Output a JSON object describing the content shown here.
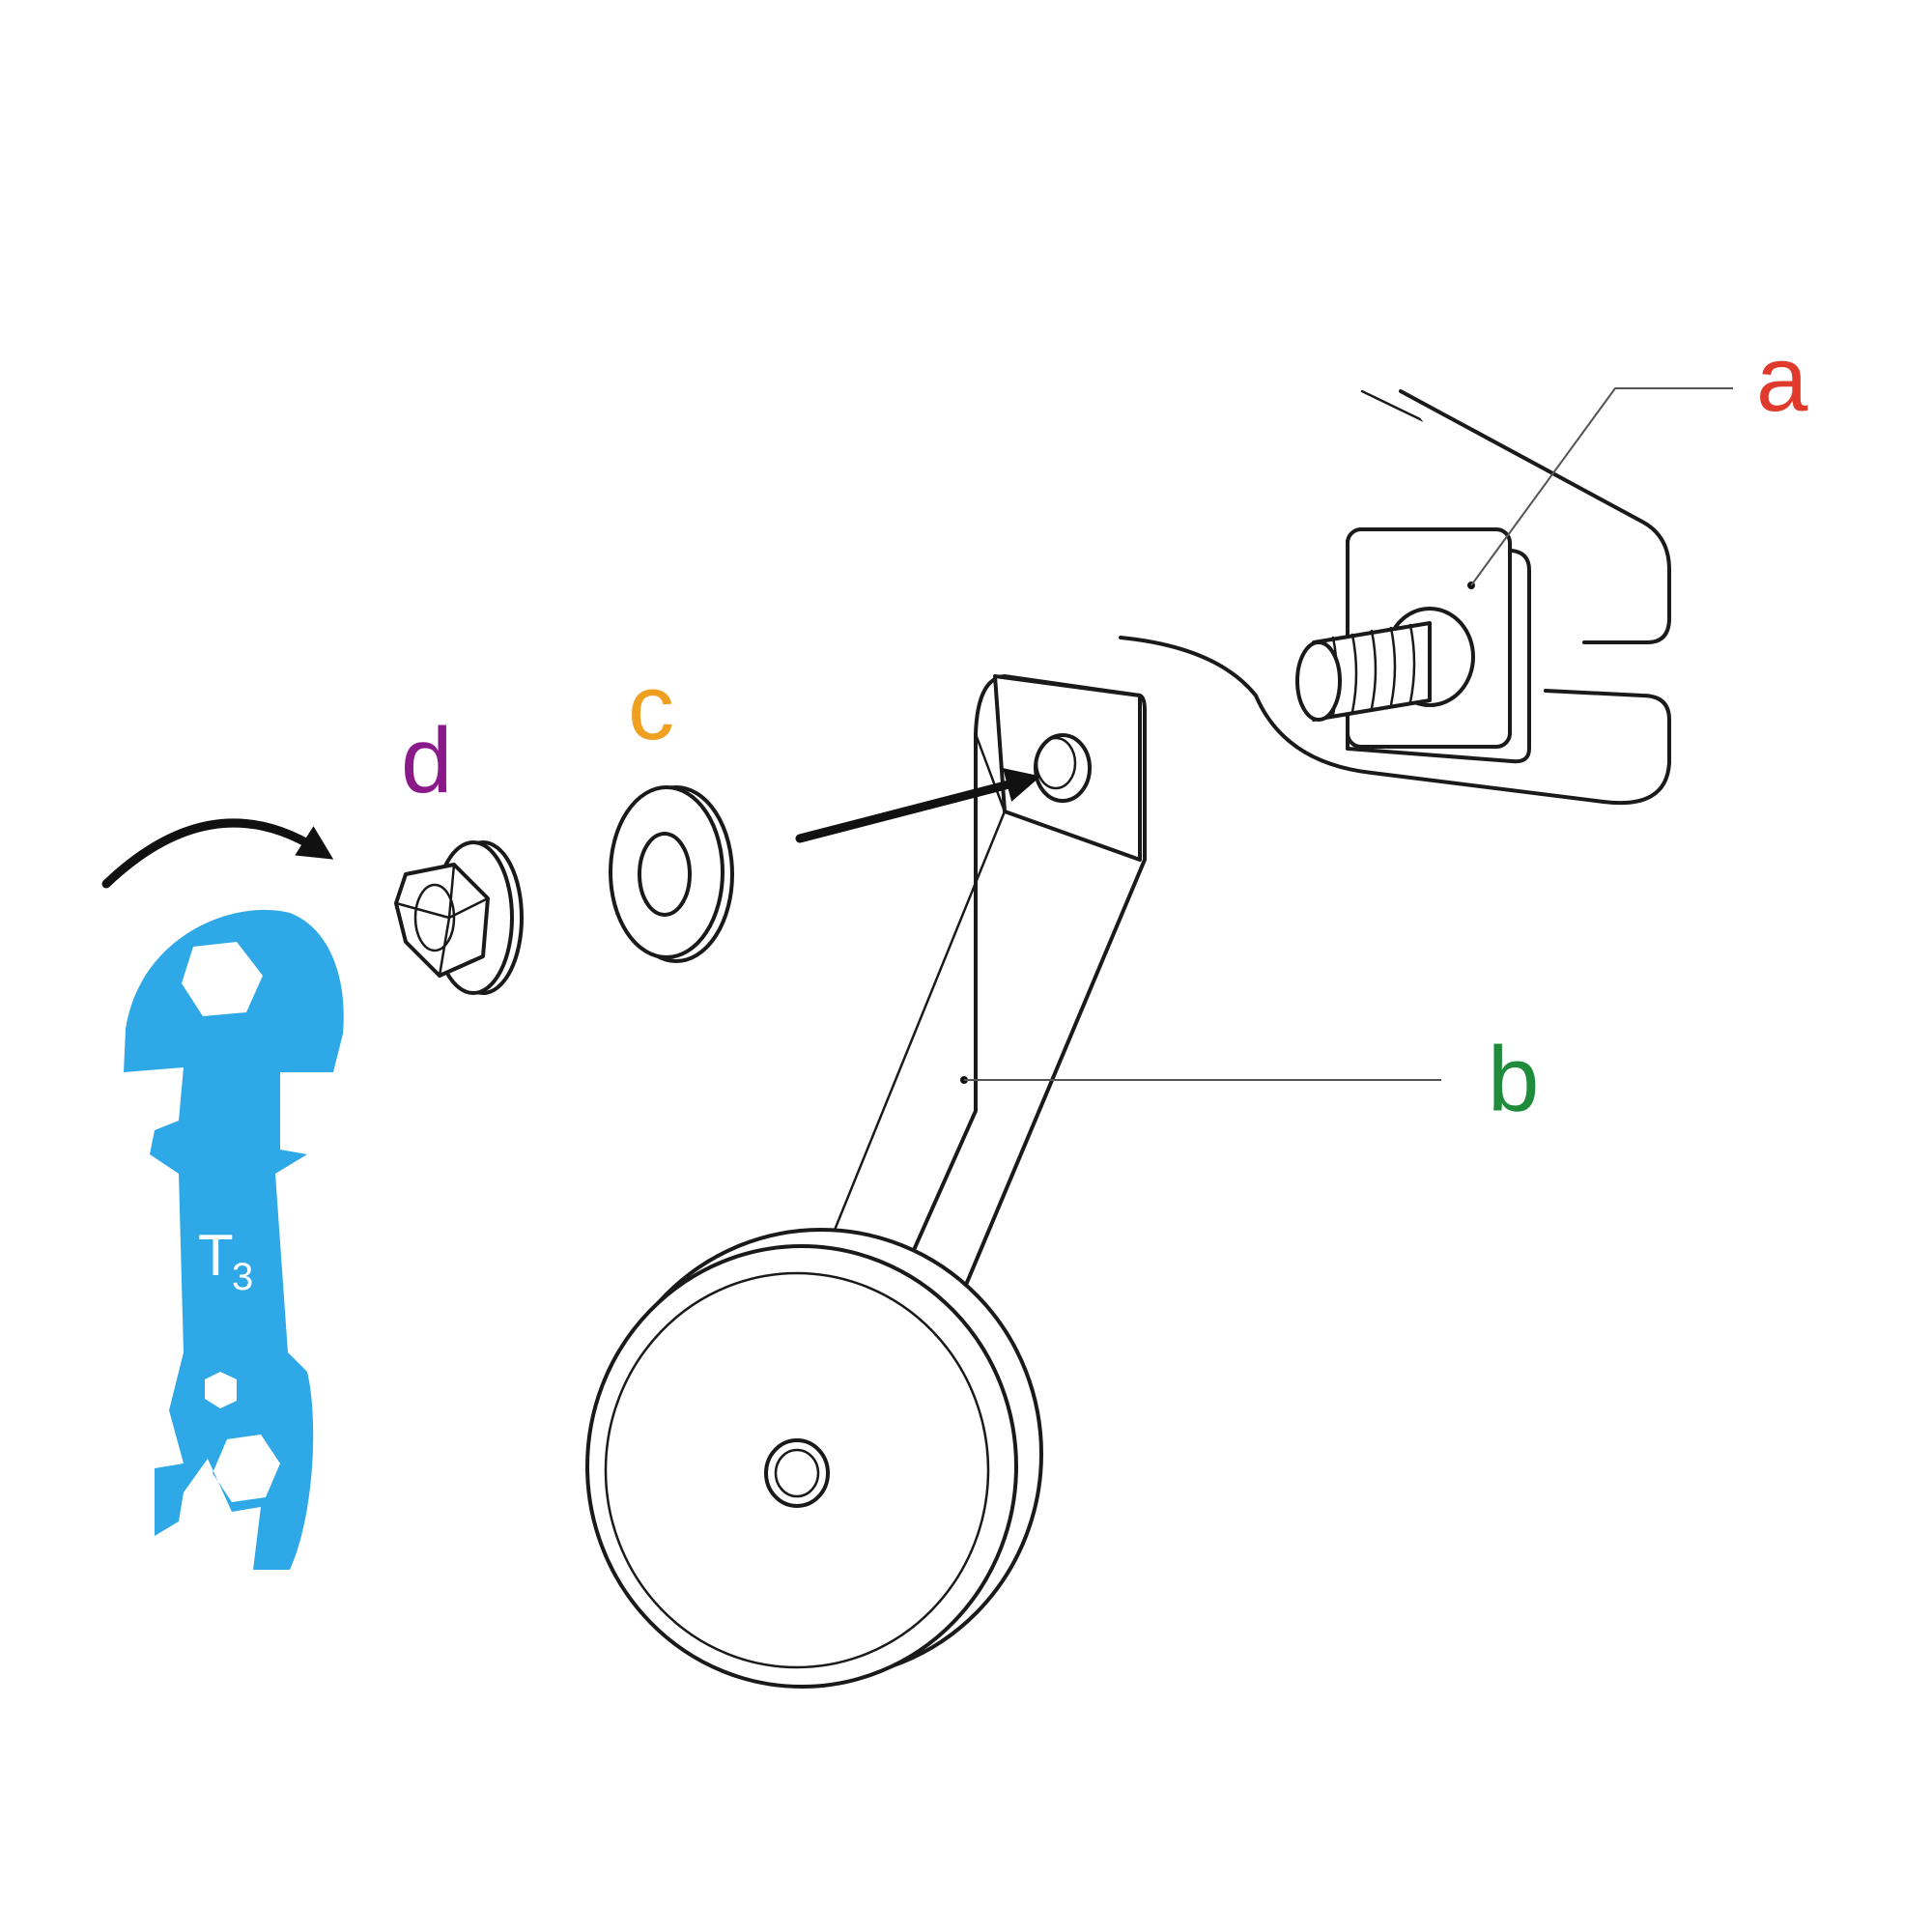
{
  "labels": {
    "a": {
      "text": "a",
      "color": "#e03a2c"
    },
    "b": {
      "text": "b",
      "color": "#1e8c3a"
    },
    "c": {
      "text": "c",
      "color": "#f0a020"
    },
    "d": {
      "text": "d",
      "color": "#8a1a8a"
    }
  },
  "wrench": {
    "marking_main": "T",
    "marking_sub": "3",
    "color": "#2fa8e8"
  },
  "parts": {
    "a": "square-nut-bolt",
    "b": "stabilizer-arm-wheel",
    "c": "washer",
    "d": "flange-nut"
  },
  "icons": {
    "rotate": "clockwise-arrow-icon",
    "insert": "insert-arrow-icon"
  }
}
